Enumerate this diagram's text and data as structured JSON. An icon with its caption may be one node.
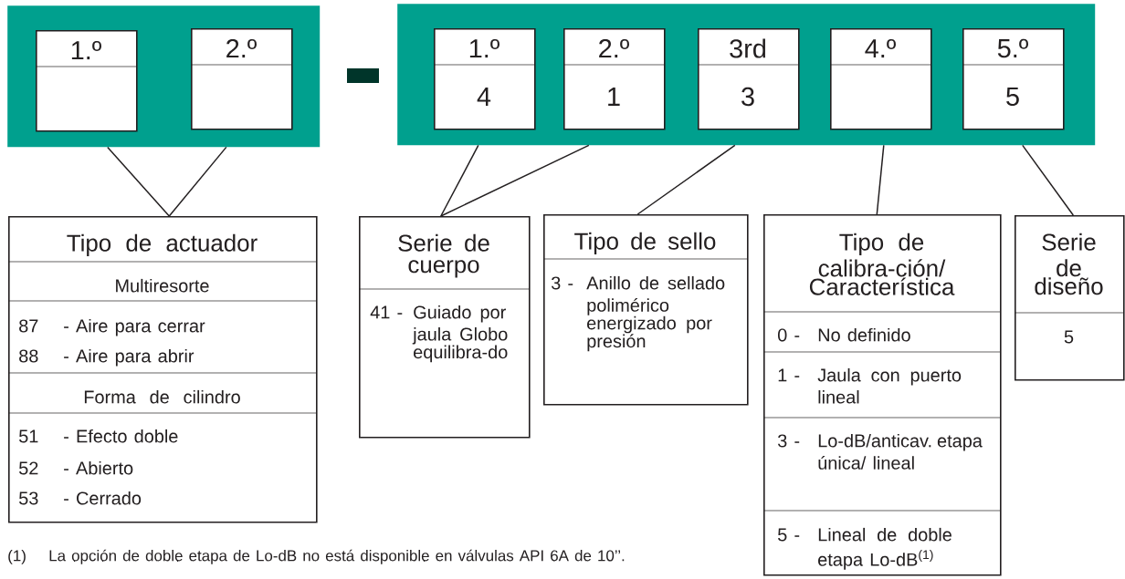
{
  "diagram": {
    "nodes": [
      {
        "text": [],
        "shape": "box"
      },
      {
        "text": [
          "1.º"
        ],
        "in": 0
      },
      {
        "text": [
          "2.º"
        ],
        "in": 0
      },
      {
        "text": [],
        "shape": "box"
      },
      {
        "text": [
          "1.º",
          "4"
        ],
        "in": 3
      },
      {
        "text": [
          "2.º",
          "1"
        ],
        "in": 3
      },
      {
        "text": [
          "3rd",
          "3"
        ],
        "in": 3
      },
      {
        "text": [
          "4.º"
        ],
        "in": 3
      },
      {
        "text": [
          "5.º",
          "5"
        ],
        "in": 3
      },
      {
        "text": [
          "Tipo de actuador",
          "Multiresorte",
          "87",
          "- Aire para cerrar",
          "88",
          "- Aire para abrir",
          "Forma de cilindro",
          "51",
          "- Efecto doble",
          "52",
          "- Abierto",
          "53",
          "- Cerrado"
        ]
      },
      {
        "text": [
          "Serie de cuerpo",
          "41 -",
          "Guiado por jaula Globo equilibra-do"
        ]
      },
      {
        "text": [
          "Tipo de sello",
          "3 -",
          "Anillo de sellado polimérico energizado por presión"
        ]
      },
      {
        "text": [
          "Tipo de calibra-ción/ Característica",
          "0 -",
          "No definido",
          "1 -",
          "Jaula con puerto lineal",
          "3 -",
          "Lo-dB/anticav. etapa única/ lineal",
          "5 -",
          "Lineal de doble etapa Lo-dB$^{(1)}$"
        ]
      },
      {
        "text": [
          "Serie de diseño",
          "5"
        ]
      }
    ],
    "edges": [
      {
        "from": 1,
        "to": 9,
        "arrow": "none"
      },
      {
        "from": 2,
        "to": 9,
        "arrow": "none"
      },
      {
        "from": 4,
        "to": 10,
        "arrow": "none"
      },
      {
        "from": 5,
        "to": 10,
        "arrow": "none"
      },
      {
        "from": 6,
        "to": 11,
        "arrow": "none"
      },
      {
        "from": 7,
        "to": 12,
        "arrow": "none"
      },
      {
        "from": 8,
        "to": 13,
        "arrow": "none"
      }
    ],
    "labels": [
      "(1)",
      "La opción de doble etapa de Lo-dB no está disponible en válvulas API 6A de 10’’."
    ]
  }
}
